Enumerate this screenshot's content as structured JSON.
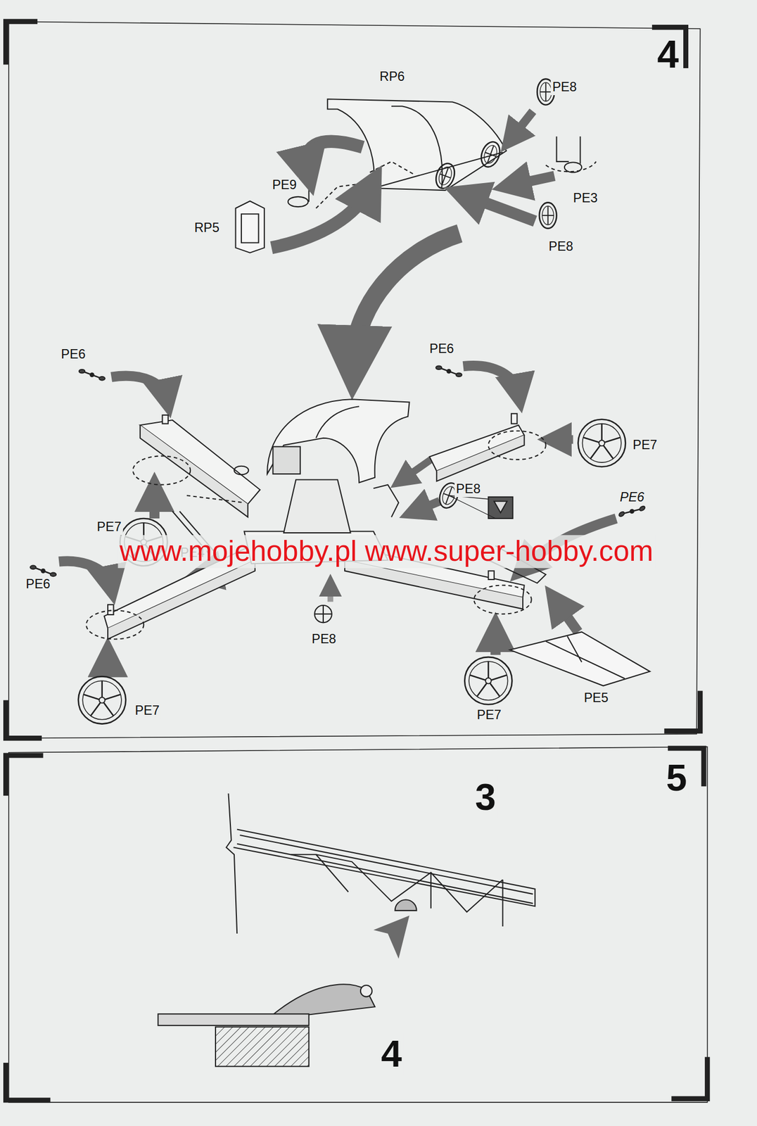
{
  "diagram": {
    "labels": [
      "4",
      "RP6",
      "PE8",
      "PE9",
      "PE3",
      "RP5",
      "PE8",
      "PE6",
      "PE6",
      "PE7",
      "PE8",
      "PE6",
      "PE7",
      "PE4",
      "PE6",
      "PE8",
      "PE7",
      "PE7",
      "PE5",
      "www.mojehobby.pl www.super-hobby.com",
      "5",
      "3",
      "4"
    ]
  }
}
